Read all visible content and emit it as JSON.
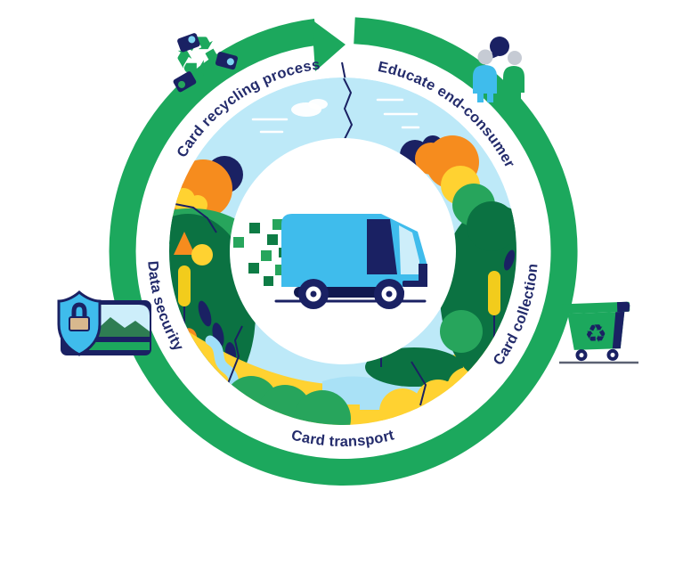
{
  "diagram": {
    "type": "cycle-infographic",
    "direction": "clockwise",
    "center_illustration": "delivery-van-in-landscape",
    "steps": [
      {
        "label": "Card recycling process",
        "icon": "recycle-cards-icon",
        "position": "top-left"
      },
      {
        "label": "Educate end-consumer",
        "icon": "consumers-icon",
        "position": "top-right"
      },
      {
        "label": "Card collection",
        "icon": "recycling-bin-icon",
        "position": "right"
      },
      {
        "label": "Card transport",
        "icon": "",
        "position": "bottom"
      },
      {
        "label": "Data security",
        "icon": "shield-lock-icon",
        "position": "left"
      }
    ],
    "icons": {
      "recycle_glyph": "♻"
    },
    "colors": {
      "ring_green": "#1CA85D",
      "label_navy": "#232B6B",
      "navy": "#1A2163",
      "sky_blue": "#BDE9F8",
      "pale_blue": "#A9E1F6",
      "van_blue": "#3FBCEC",
      "window_blue": "#CDEEFA",
      "orange": "#F68C1E",
      "yellow": "#FFD231",
      "mid_green": "#27A55C",
      "dark_green": "#0B7242",
      "head_grey": "#C6CBD4",
      "lock_tan": "#D8B88E"
    }
  }
}
